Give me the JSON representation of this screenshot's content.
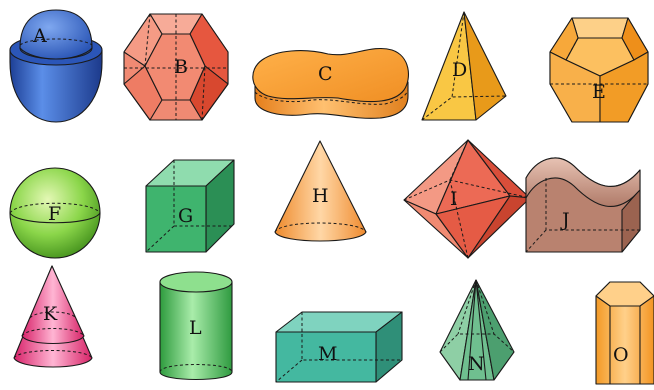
{
  "shapes": [
    {
      "id": "A",
      "label": "A",
      "kind": "hemisphere-with-dome",
      "color": "#2f5fc0"
    },
    {
      "id": "B",
      "label": "B",
      "kind": "rhombic-dodecahedron",
      "color": "#ee7f68"
    },
    {
      "id": "C",
      "label": "C",
      "kind": "kidney-prism",
      "color": "#f5a236"
    },
    {
      "id": "D",
      "label": "D",
      "kind": "square-pyramid",
      "color": "#f8c23c"
    },
    {
      "id": "E",
      "label": "E",
      "kind": "pentagonal-frustum-polyhedron",
      "color": "#f7a62a"
    },
    {
      "id": "F",
      "label": "F",
      "kind": "sphere",
      "color": "#8bd64a"
    },
    {
      "id": "G",
      "label": "G",
      "kind": "cube",
      "color": "#3fb46e"
    },
    {
      "id": "H",
      "label": "H",
      "kind": "cone",
      "color": "#f5a043"
    },
    {
      "id": "I",
      "label": "I",
      "kind": "octahedron",
      "color": "#ee7360"
    },
    {
      "id": "J",
      "label": "J",
      "kind": "saddle-solid",
      "color": "#c08e7d"
    },
    {
      "id": "K",
      "label": "K",
      "kind": "double-cone",
      "color": "#f0589a"
    },
    {
      "id": "L",
      "label": "L",
      "kind": "cylinder",
      "color": "#4fc262"
    },
    {
      "id": "M",
      "label": "M",
      "kind": "rectangular-prism",
      "color": "#44b8a0"
    },
    {
      "id": "N",
      "label": "N",
      "kind": "hexagonal-pyramid",
      "color": "#6fbf8f"
    },
    {
      "id": "O",
      "label": "O",
      "kind": "hexagonal-prism",
      "color": "#f7a42e"
    }
  ]
}
